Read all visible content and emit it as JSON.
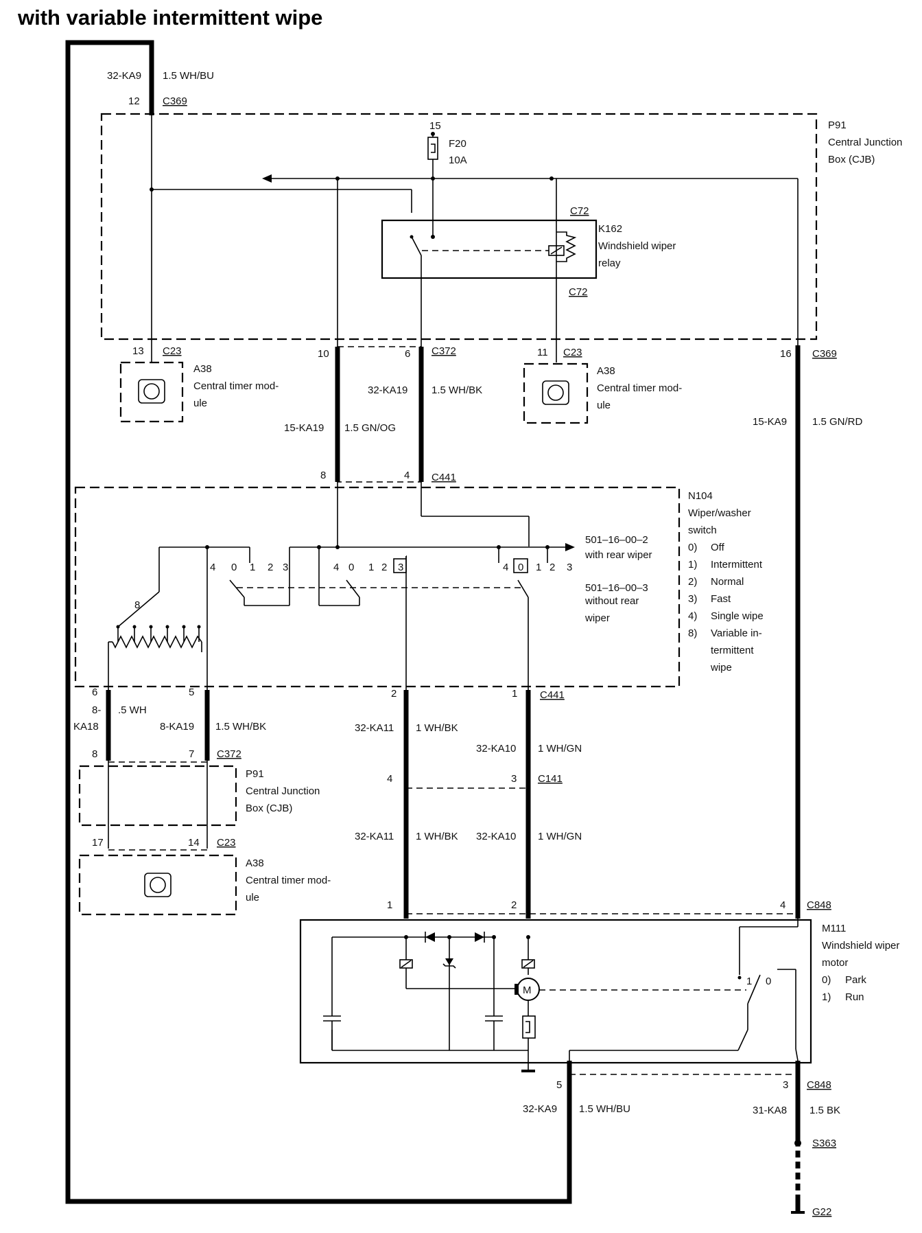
{
  "title": "with variable intermittent wipe",
  "components": {
    "p91_top": {
      "id": "P91",
      "name_line1": "Central Junction",
      "name_line2": "Box (CJB)"
    },
    "fuse": {
      "pin": "15",
      "id": "F20",
      "rating": "10A"
    },
    "relay": {
      "connector_top": "C72",
      "connector_bottom": "C72",
      "id": "K162",
      "name_line1": "Windshield wiper",
      "name_line2": "relay"
    },
    "a38_left": {
      "id": "A38",
      "name_line1": "Central timer mod-",
      "name_line2": "ule"
    },
    "a38_mid": {
      "id": "A38",
      "name_line1": "Central timer mod-",
      "name_line2": "ule"
    },
    "a38_bottom": {
      "id": "A38",
      "name_line1": "Central timer mod-",
      "name_line2": "ule"
    },
    "p91_bottom": {
      "id": "P91",
      "name_line1": "Central Junction",
      "name_line2": "Box (CJB)"
    },
    "n104": {
      "id": "N104",
      "name_line1": "Wiper/washer",
      "name_line2": "switch",
      "positions": [
        {
          "num": "0)",
          "label": "Off"
        },
        {
          "num": "1)",
          "label": "Intermittent"
        },
        {
          "num": "2)",
          "label": "Normal"
        },
        {
          "num": "3)",
          "label": "Fast"
        },
        {
          "num": "4)",
          "label": "Single wipe"
        },
        {
          "num": "8)",
          "label": "Variable in-",
          "label2": "termittent",
          "label3": "wipe"
        }
      ],
      "ref_rear_code": "501–16–00–2",
      "ref_rear_text": "with rear wiper",
      "ref_norear_code": "501–16–00–3",
      "ref_norear_text1": "without rear",
      "ref_norear_text2": "wiper",
      "contact_group_1": [
        "4",
        "0",
        "1",
        "2",
        "3"
      ],
      "contact_group_2": [
        "4",
        "0",
        "1",
        "2",
        "3"
      ],
      "contact_group_3": [
        "4",
        "0",
        "1",
        "2",
        "3"
      ],
      "variable_pos": "8"
    },
    "m111": {
      "id": "M111",
      "name_line1": "Windshield wiper",
      "name_line2": "motor",
      "positions": [
        {
          "num": "0)",
          "label": "Park"
        },
        {
          "num": "1)",
          "label": "Run"
        }
      ],
      "switch_pos_1": "1",
      "switch_pos_0": "0",
      "motor_symbol": "M"
    }
  },
  "connectors": {
    "c369_top": {
      "pin": "12",
      "name": "C369"
    },
    "c23_left": {
      "pin": "13",
      "name": "C23"
    },
    "c372_top": {
      "pin_left": "10",
      "pin_right": "6",
      "name": "C372"
    },
    "c23_mid": {
      "pin": "11",
      "name": "C23"
    },
    "c369_right": {
      "pin": "16",
      "name": "C369"
    },
    "c441_top": {
      "pin_left": "8",
      "pin_right": "4",
      "name": "C441"
    },
    "c441_bottom": {
      "pin_a": "6",
      "pin_b": "5",
      "pin_c": "2",
      "pin_d": "1",
      "name": "C441"
    },
    "c372_bottom": {
      "pin_a": "8",
      "pin_b": "7",
      "name": "C372"
    },
    "c141": {
      "pin_left": "4",
      "pin_right": "3",
      "name": "C141"
    },
    "c23_bottom": {
      "pin_a": "17",
      "pin_b": "14",
      "name": "C23"
    },
    "c848_top": {
      "pin_a": "1",
      "pin_b": "2",
      "pin_c": "4",
      "name": "C848"
    },
    "c848_bottom": {
      "pin_a": "5",
      "pin_b": "3",
      "name": "C848"
    },
    "s363": "S363",
    "g22": "G22"
  },
  "wires": {
    "top_ka9": {
      "circuit": "32-KA9",
      "spec": "1.5 WH/BU"
    },
    "ka19_gnog": {
      "circuit": "15-KA19",
      "spec": "1.5 GN/OG"
    },
    "ka19_whbk": {
      "circuit": "32-KA19",
      "spec": "1.5 WH/BK"
    },
    "ka9_gnrd": {
      "circuit": "15-KA9",
      "spec": "1.5 GN/RD"
    },
    "ka18": {
      "circuit_line1": "8-",
      "circuit_line2": "KA18",
      "spec": ".5 WH"
    },
    "ka19_8": {
      "circuit": "8-KA19",
      "spec": "1.5 WH/BK"
    },
    "ka11_a": {
      "circuit": "32-KA11",
      "spec": "1 WH/BK"
    },
    "ka10_a": {
      "circuit": "32-KA10",
      "spec": "1 WH/GN"
    },
    "ka11_b": {
      "circuit": "32-KA11",
      "spec": "1 WH/BK"
    },
    "ka10_b": {
      "circuit": "32-KA10",
      "spec": "1 WH/GN"
    },
    "bottom_ka9": {
      "circuit": "32-KA9",
      "spec": "1.5 WH/BU"
    },
    "ka8": {
      "circuit": "31-KA8",
      "spec": "1.5 BK"
    }
  }
}
